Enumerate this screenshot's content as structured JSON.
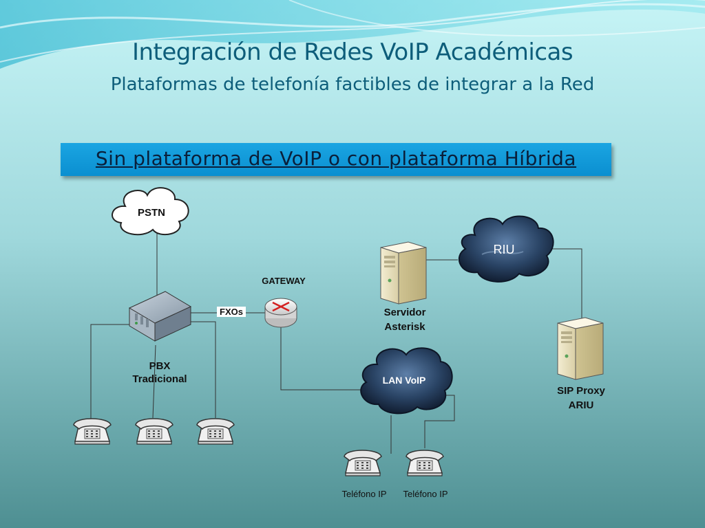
{
  "slide": {
    "title": "Integración de Redes VoIP Académicas",
    "subtitle": "Plataformas de telefonía factibles de integrar a la Red",
    "banner": "Sin plataforma de VoIP o con plataforma Híbrida"
  },
  "nodes": {
    "pstn": "PSTN",
    "gateway": "GATEWAY",
    "fxos": "FXOs",
    "pbx_line1": "PBX",
    "pbx_line2": "Tradicional",
    "riu": "RIU",
    "asterisk_line1": "Servidor",
    "asterisk_line2": "Asterisk",
    "lan": "LAN VoIP",
    "sip_line1": "SIP Proxy",
    "sip_line2": "ARIU",
    "ip_phone_1": "Teléfono IP",
    "ip_phone_2": "Teléfono IP"
  },
  "colors": {
    "title": "#0d5d7a",
    "banner": "#1aa5e2",
    "cloud_dark": "#1c2f48"
  }
}
